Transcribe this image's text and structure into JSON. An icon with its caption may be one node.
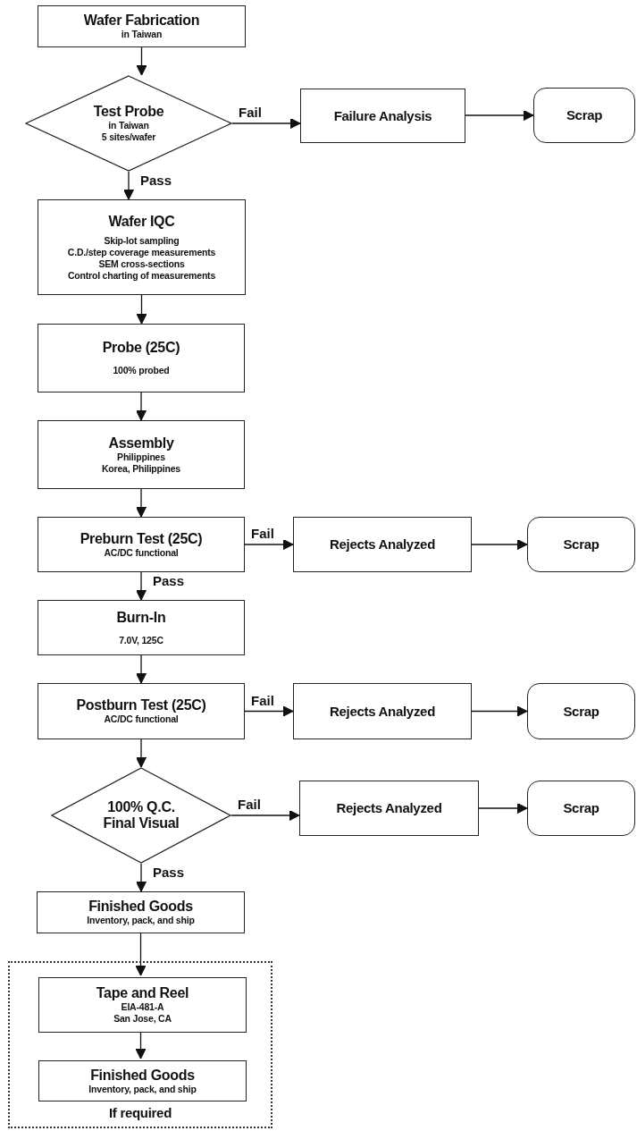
{
  "diagram": {
    "nodes": [
      {
        "text": [
          "Wafer Fabrication",
          "in Taiwan"
        ]
      },
      {
        "text": [
          "Test Probe",
          "in Taiwan",
          "5 sites/wafer"
        ]
      },
      {
        "text": [
          "Failure Analysis"
        ]
      },
      {
        "text": [
          "Scrap"
        ]
      },
      {
        "text": [
          "Wafer IQC",
          "Skip-lot sampling",
          "C.D./step coverage measurements",
          "SEM cross-sections",
          "Control charting of measurements"
        ]
      },
      {
        "text": [
          "Probe (25C)",
          "100% probed"
        ]
      },
      {
        "text": [
          "Assembly",
          "Philippines",
          "Korea, Philippines"
        ]
      },
      {
        "text": [
          "Preburn Test (25C)",
          "AC/DC functional"
        ]
      },
      {
        "text": [
          "Rejects Analyzed"
        ]
      },
      {
        "text": [
          "Scrap"
        ]
      },
      {
        "text": [
          "Burn-In",
          "7.0V, 125C"
        ]
      },
      {
        "text": [
          "Postburn Test (25C)",
          "AC/DC functional"
        ]
      },
      {
        "text": [
          "Rejects Analyzed"
        ]
      },
      {
        "text": [
          "Scrap"
        ]
      },
      {
        "text": [
          "100% Q.C. Final Visual"
        ]
      },
      {
        "text": [
          "Rejects Analyzed"
        ]
      },
      {
        "text": [
          "Scrap"
        ]
      },
      {
        "text": [
          "Finished Goods",
          "Inventory, pack, and ship"
        ]
      },
      {
        "text": [
          "If required"
        ]
      },
      {
        "text": [
          "Tape and Reel",
          "EIA-481-A",
          "San Jose, CA"
        ],
        "in": 18
      },
      {
        "text": [
          "Finished Goods",
          "Inventory, pack, and ship"
        ],
        "in": 18
      }
    ],
    "edges": [
      {
        "from": 0,
        "to": 1,
        "arrow": "to"
      },
      {
        "from": 1,
        "to": 2,
        "arrow": "to",
        "label": "Fail"
      },
      {
        "from": 2,
        "to": 3,
        "arrow": "to"
      },
      {
        "from": 1,
        "to": 4,
        "arrow": "to",
        "label": "Pass"
      },
      {
        "from": 4,
        "to": 5,
        "arrow": "to"
      },
      {
        "from": 5,
        "to": 6,
        "arrow": "to"
      },
      {
        "from": 6,
        "to": 7,
        "arrow": "to"
      },
      {
        "from": 7,
        "to": 8,
        "arrow": "to",
        "label": "Fail"
      },
      {
        "from": 8,
        "to": 9,
        "arrow": "to"
      },
      {
        "from": 7,
        "to": 10,
        "arrow": "to",
        "label": "Pass"
      },
      {
        "from": 10,
        "to": 11,
        "arrow": "to"
      },
      {
        "from": 11,
        "to": 12,
        "arrow": "to",
        "label": "Fail"
      },
      {
        "from": 12,
        "to": 13,
        "arrow": "to"
      },
      {
        "from": 11,
        "to": 14,
        "arrow": "to"
      },
      {
        "from": 14,
        "to": 15,
        "arrow": "to",
        "label": "Fail"
      },
      {
        "from": 15,
        "to": 16,
        "arrow": "to"
      },
      {
        "from": 14,
        "to": 17,
        "arrow": "to",
        "label": "Pass"
      },
      {
        "from": 17,
        "to": 19,
        "arrow": "to"
      },
      {
        "from": 19,
        "to": 20,
        "arrow": "to"
      }
    ]
  }
}
